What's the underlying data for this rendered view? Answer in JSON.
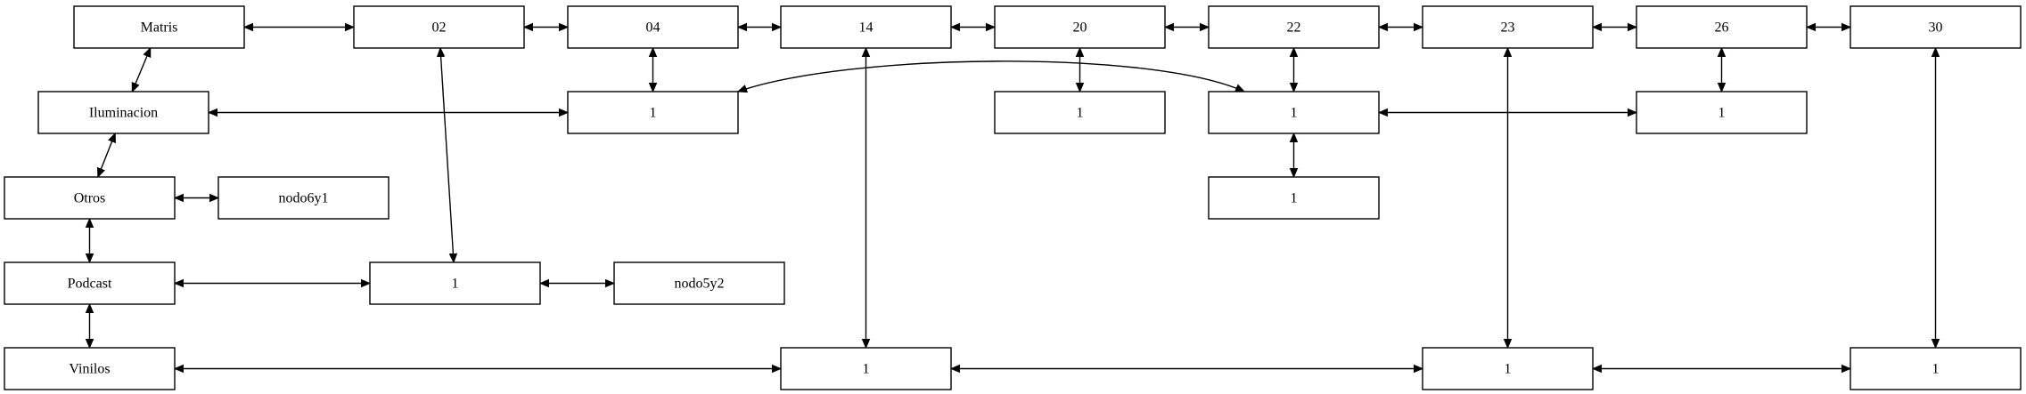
{
  "diagram": {
    "type": "graph",
    "colors": {
      "stroke": "#000000",
      "node_fill": "#ffffff",
      "background": "#ffffff"
    },
    "nodes": {
      "matris": "Matris",
      "iluminacion": "Iluminacion",
      "otros": "Otros",
      "podcast": "Podcast",
      "vinilos": "Vinilos",
      "col_02": "02",
      "col_04": "04",
      "col_14": "14",
      "col_20": "20",
      "col_22": "22",
      "col_23": "23",
      "col_26": "26",
      "col_30": "30",
      "nodo6y1": "nodo6y1",
      "nodo5y2": "nodo5y2",
      "cell_iluminacion_04": "1",
      "cell_iluminacion_20": "1",
      "cell_iluminacion_22": "1",
      "cell_iluminacion_26": "1",
      "cell_otros_22": "1",
      "cell_podcast_02": "1",
      "cell_vinilos_14": "1",
      "cell_vinilos_23": "1",
      "cell_vinilos_30": "1"
    },
    "edges": [
      [
        "matris",
        "col_02"
      ],
      [
        "col_02",
        "col_04"
      ],
      [
        "col_04",
        "col_14"
      ],
      [
        "col_14",
        "col_20"
      ],
      [
        "col_20",
        "col_22"
      ],
      [
        "col_22",
        "col_23"
      ],
      [
        "col_23",
        "col_26"
      ],
      [
        "col_26",
        "col_30"
      ],
      [
        "matris",
        "iluminacion"
      ],
      [
        "iluminacion",
        "otros"
      ],
      [
        "otros",
        "podcast"
      ],
      [
        "podcast",
        "vinilos"
      ],
      [
        "otros",
        "nodo6y1"
      ],
      [
        "iluminacion",
        "cell_iluminacion_04"
      ],
      [
        "cell_iluminacion_04",
        "cell_iluminacion_22"
      ],
      [
        "cell_iluminacion_22",
        "cell_iluminacion_26"
      ],
      [
        "col_04",
        "cell_iluminacion_04"
      ],
      [
        "col_20",
        "cell_iluminacion_20"
      ],
      [
        "col_22",
        "cell_iluminacion_22"
      ],
      [
        "cell_iluminacion_22",
        "cell_otros_22"
      ],
      [
        "col_26",
        "cell_iluminacion_26"
      ],
      [
        "podcast",
        "cell_podcast_02"
      ],
      [
        "cell_podcast_02",
        "nodo5y2"
      ],
      [
        "col_02",
        "cell_podcast_02"
      ],
      [
        "vinilos",
        "cell_vinilos_14"
      ],
      [
        "cell_vinilos_14",
        "cell_vinilos_23"
      ],
      [
        "cell_vinilos_23",
        "cell_vinilos_30"
      ],
      [
        "col_14",
        "cell_vinilos_14"
      ],
      [
        "col_23",
        "cell_vinilos_23"
      ],
      [
        "col_30",
        "cell_vinilos_30"
      ]
    ]
  }
}
